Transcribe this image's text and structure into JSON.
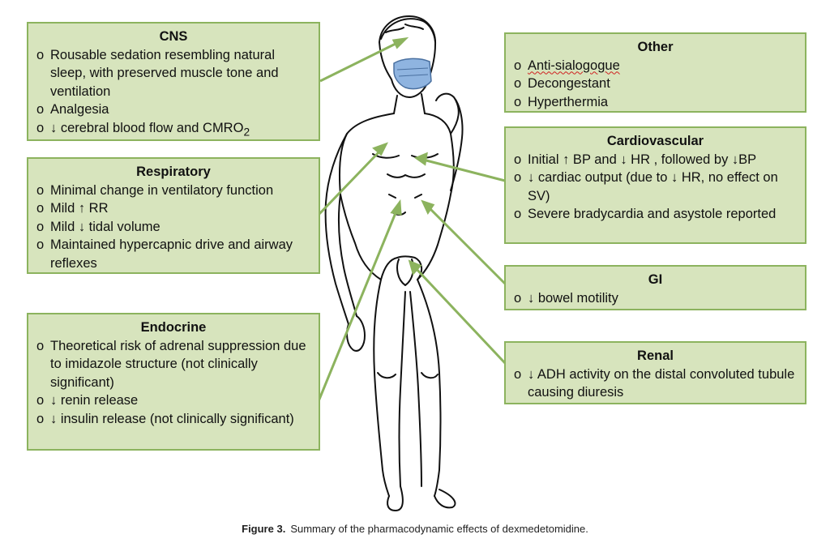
{
  "boxes": {
    "cns": {
      "title": "CNS",
      "items": [
        "Rousable sedation resembling natural sleep, with preserved muscle tone and ventilation",
        "Analgesia"
      ],
      "item3_text": "↓ cerebral blood flow and CMRO",
      "item3_sub": "2"
    },
    "respiratory": {
      "title": "Respiratory",
      "items": [
        "Minimal change in ventilatory function",
        "Mild  ↑ RR",
        "Mild ↓ tidal volume",
        "Maintained hypercapnic drive and airway reflexes"
      ]
    },
    "endocrine": {
      "title": "Endocrine",
      "items": [
        "Theoretical risk of adrenal suppression due to imidazole structure (not clinically significant)",
        "↓ renin release",
        "↓ insulin release (not clinically significant)"
      ]
    },
    "other": {
      "title": "Other",
      "items": [
        "Anti-sialogogue",
        "Decongestant",
        "Hyperthermia"
      ]
    },
    "cardiovascular": {
      "title": "Cardiovascular",
      "items": [
        "Initial ↑ BP and ↓ HR , followed by ↓BP",
        "↓ cardiac output (due to ↓ HR, no effect on SV)",
        "Severe bradycardia and asystole reported"
      ]
    },
    "gi": {
      "title": "GI",
      "items": [
        "↓ bowel motility"
      ]
    },
    "renal": {
      "title": "Renal",
      "items": [
        "↓ ADH activity on the distal convoluted tubule causing diuresis"
      ]
    }
  },
  "caption": {
    "label": "Figure 3.",
    "text": "Summary of the pharmacodynamic effects of dexmedetomidine."
  },
  "colors": {
    "box_fill": "#d7e4bd",
    "box_border": "#8cb35e",
    "arrow": "#8cb35e",
    "mask": "#8fb4e0"
  }
}
